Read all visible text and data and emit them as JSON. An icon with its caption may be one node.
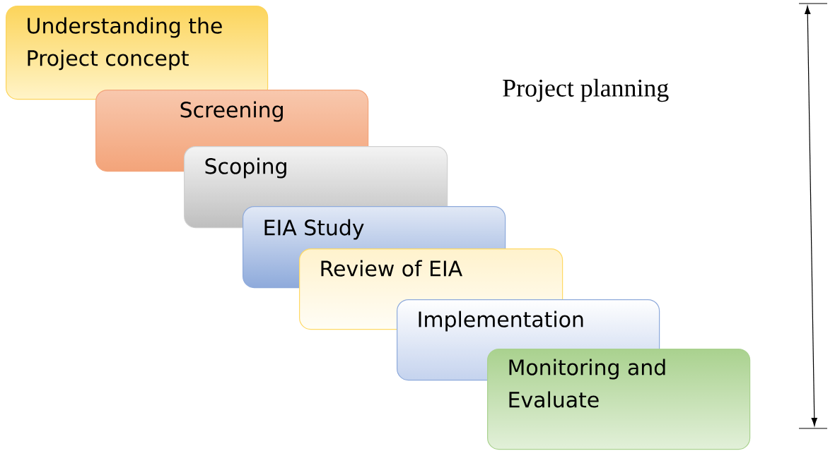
{
  "diagram": {
    "nodes": [
      {
        "text": [
          "Understanding the Project concept"
        ]
      },
      {
        "text": [
          "Screening"
        ]
      },
      {
        "text": [
          "Scoping"
        ]
      },
      {
        "text": [
          "EIA Study"
        ]
      },
      {
        "text": [
          "Review of EIA"
        ]
      },
      {
        "text": [
          "Implementation"
        ]
      },
      {
        "text": [
          "Monitoring and Evaluate"
        ]
      }
    ],
    "labels": [
      "Project planning"
    ]
  }
}
